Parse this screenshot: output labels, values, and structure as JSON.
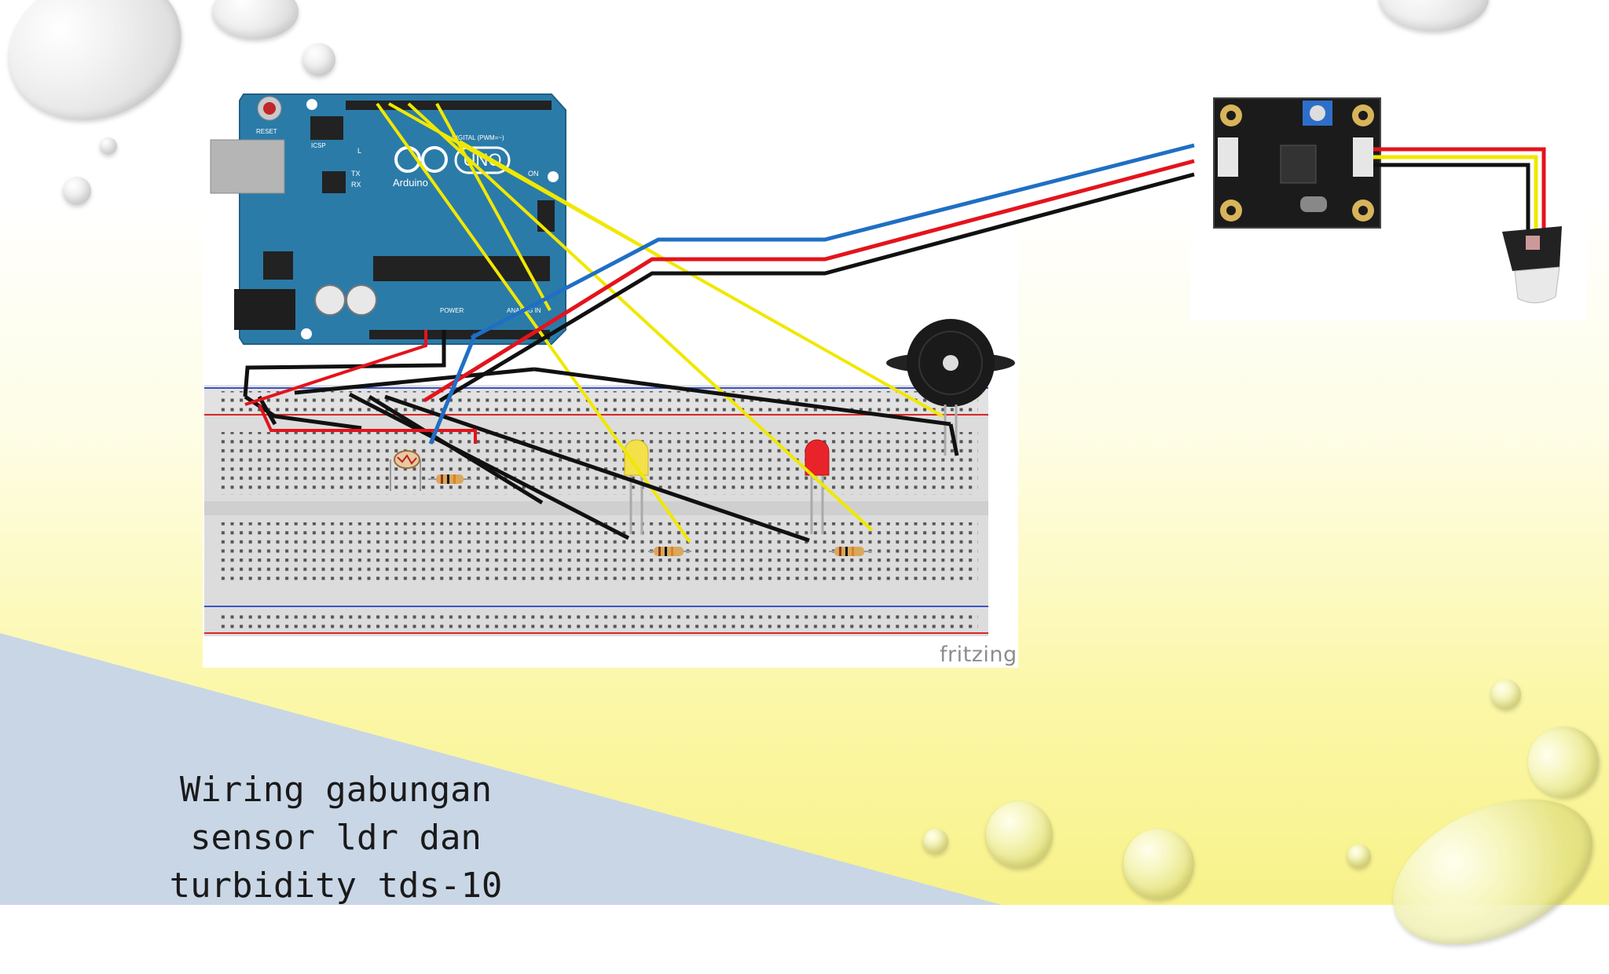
{
  "caption": {
    "line1": "Wiring gabungan",
    "line2": "sensor ldr dan",
    "line3": "turbidity tds-10"
  },
  "diagram": {
    "watermark": "fritzing",
    "arduino": {
      "logo_text": "UNO",
      "brand_text": "Arduino",
      "reset_label": "RESET",
      "icsp_label": "ICSP",
      "digital_label": "DIGITAL (PWM=~)",
      "power_label": "POWER",
      "analog_label": "ANALOG IN",
      "on_label": "ON",
      "tx_label": "TX",
      "rx_label": "RX",
      "l_label": "L"
    }
  },
  "colors": {
    "arduino_board": "#2b7ba8",
    "wire_yellow": "#f0e800",
    "wire_red": "#e3141c",
    "wire_black": "#111111",
    "wire_blue": "#1f6fc4",
    "triangle": "#c9d6e6",
    "breadboard": "#dcdcdc"
  }
}
